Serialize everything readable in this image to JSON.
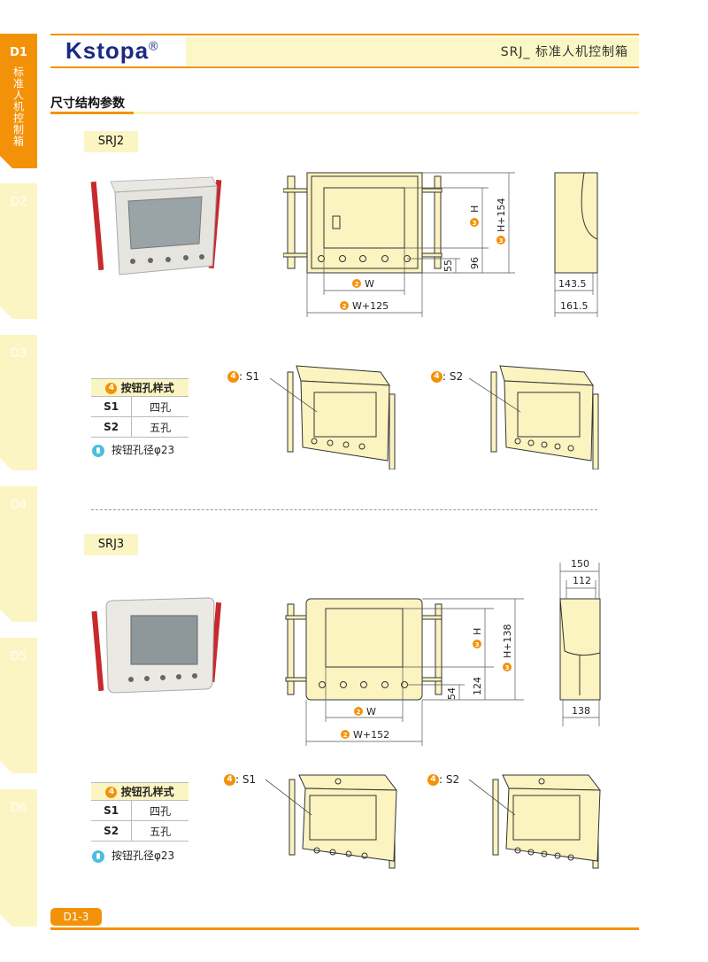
{
  "sidebar": {
    "tabs": [
      {
        "code": "D1",
        "label": "标准人机控制箱",
        "active": true
      },
      {
        "code": "D2"
      },
      {
        "code": "D3"
      },
      {
        "code": "D4"
      },
      {
        "code": "D5"
      },
      {
        "code": "D6"
      }
    ]
  },
  "header": {
    "logo": "Kstopa",
    "logo_mark": "®",
    "title": "SRJ_ 标准人机控制箱"
  },
  "section_title": "尺寸结构参数",
  "colors": {
    "accent": "#f39208",
    "pale": "#fbf5c3",
    "logo": "#1b2a80",
    "drawing_fill": "#fbf3c0"
  },
  "srj2": {
    "model": "SRJ2",
    "dims": {
      "w": "W",
      "w_total": "W+125",
      "h": "H",
      "h_total": "H+154",
      "d1": "96",
      "d2": "55",
      "side1": "143.5",
      "side2": "161.5"
    },
    "markers": {
      "w": "2",
      "h": "3",
      "style": "4"
    },
    "views": {
      "s1": ": S1",
      "s2": ": S2"
    },
    "table": {
      "header": "按钮孔样式",
      "rows": [
        {
          "code": "S1",
          "value": "四孔"
        },
        {
          "code": "S2",
          "value": "五孔"
        }
      ]
    },
    "tip": "按钮孔径φ23"
  },
  "srj3": {
    "model": "SRJ3",
    "dims": {
      "w": "W",
      "w_total": "W+152",
      "h": "H",
      "h_total": "H+138",
      "d1": "124",
      "d2": "54",
      "side_top1": "150",
      "side_top2": "112",
      "side_bottom": "138"
    },
    "markers": {
      "w": "2",
      "h": "3",
      "style": "4"
    },
    "views": {
      "s1": ": S1",
      "s2": ": S2"
    },
    "table": {
      "header": "按钮孔样式",
      "rows": [
        {
          "code": "S1",
          "value": "四孔"
        },
        {
          "code": "S2",
          "value": "五孔"
        }
      ]
    },
    "tip": "按钮孔径φ23"
  },
  "footer": {
    "page": "D1-3"
  }
}
